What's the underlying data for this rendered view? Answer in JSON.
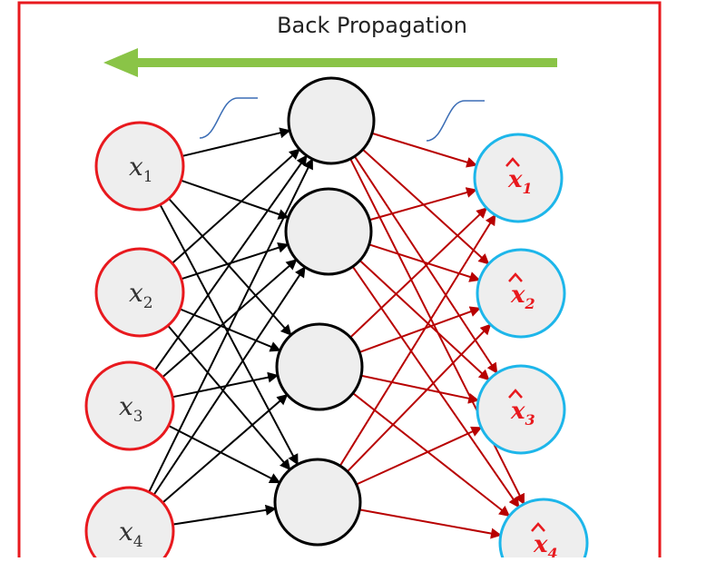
{
  "diagram": {
    "title": "Back Propagation",
    "colors": {
      "frame": "#e8191e",
      "arrow": "#8ac447",
      "input_stroke": "#e8191e",
      "hidden_stroke": "#000000",
      "output_stroke": "#1db6ea",
      "node_fill": "#eeeeee",
      "encoder_edges": "#000000",
      "decoder_edges": "#b80000",
      "activation_curve": "#3b6db5",
      "output_label": "#e8191e"
    },
    "inputs": [
      {
        "base": "x",
        "sub": "1"
      },
      {
        "base": "x",
        "sub": "2"
      },
      {
        "base": "x",
        "sub": "3"
      },
      {
        "base": "x",
        "sub": "4"
      }
    ],
    "outputs": [
      {
        "base": "x",
        "sub": "1"
      },
      {
        "base": "x",
        "sub": "2"
      },
      {
        "base": "x",
        "sub": "3"
      },
      {
        "base": "x",
        "sub": "4"
      }
    ],
    "hidden_count": 4,
    "activation_icons": [
      "encoder-activation",
      "decoder-activation"
    ]
  }
}
